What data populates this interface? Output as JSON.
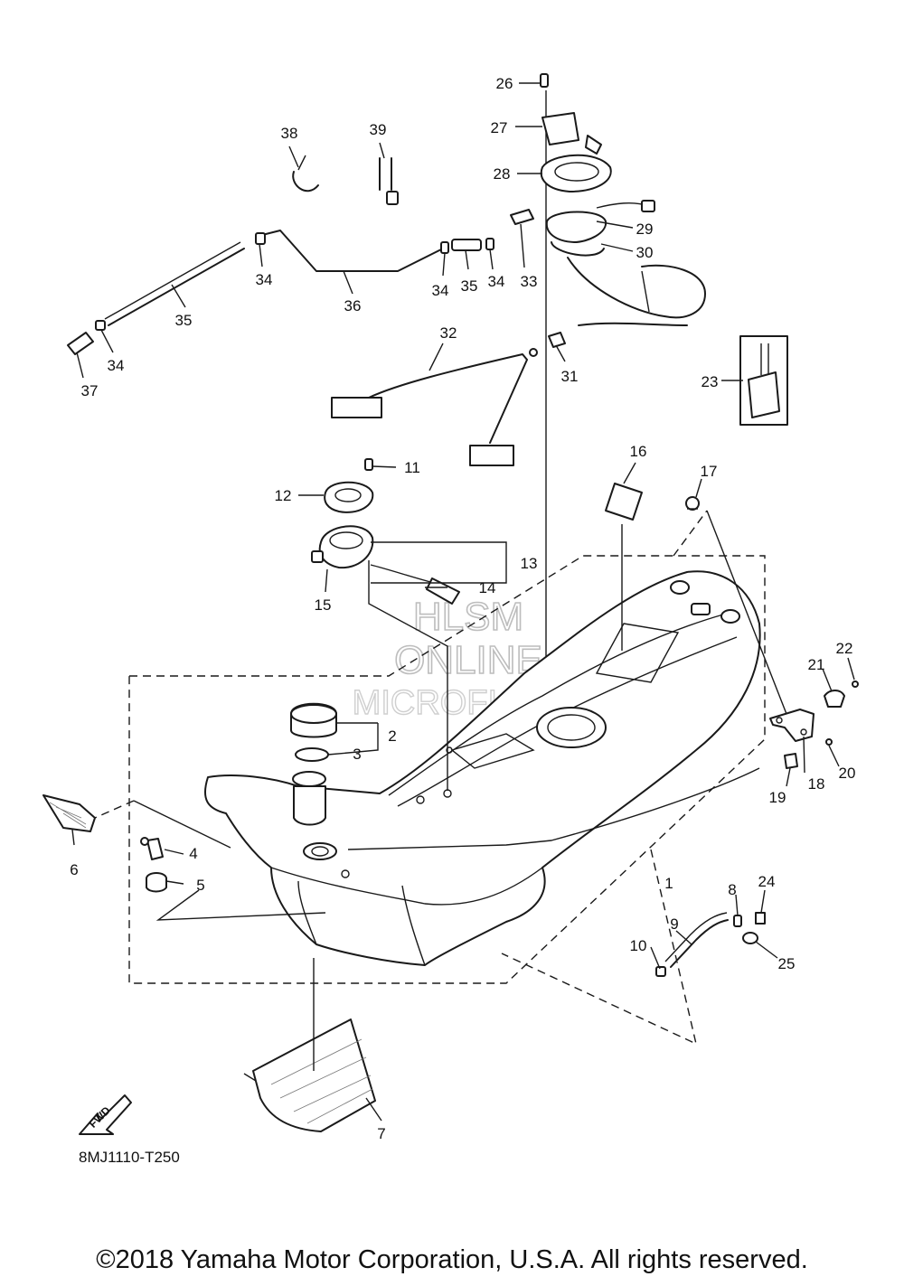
{
  "diagram": {
    "callouts": {
      "p1": "1",
      "p2": "2",
      "p3": "3",
      "p4": "4",
      "p5": "5",
      "p6": "6",
      "p7": "7",
      "p8": "8",
      "p9": "9",
      "p10": "10",
      "p11": "11",
      "p12": "12",
      "p13": "13",
      "p14": "14",
      "p15": "15",
      "p16": "16",
      "p17": "17",
      "p18": "18",
      "p19": "19",
      "p20": "20",
      "p21": "21",
      "p22": "22",
      "p23": "23",
      "p24": "24",
      "p25": "25",
      "p26": "26",
      "p27": "27",
      "p28": "28",
      "p29": "29",
      "p30": "30",
      "p31": "31",
      "p32": "32",
      "p33": "33",
      "p34": "34",
      "p35": "35",
      "p36": "36",
      "p37": "37",
      "p38": "38",
      "p39": "39"
    },
    "drawing_code": "8MJ1110-T250",
    "direction_marker": "FWD"
  },
  "watermark": {
    "line1": "HLSM",
    "line2": "ONLINE",
    "line3": "MICROFICHE"
  },
  "footer": {
    "copyright": "©2018 Yamaha Motor Corporation, U.S.A. All rights reserved."
  }
}
